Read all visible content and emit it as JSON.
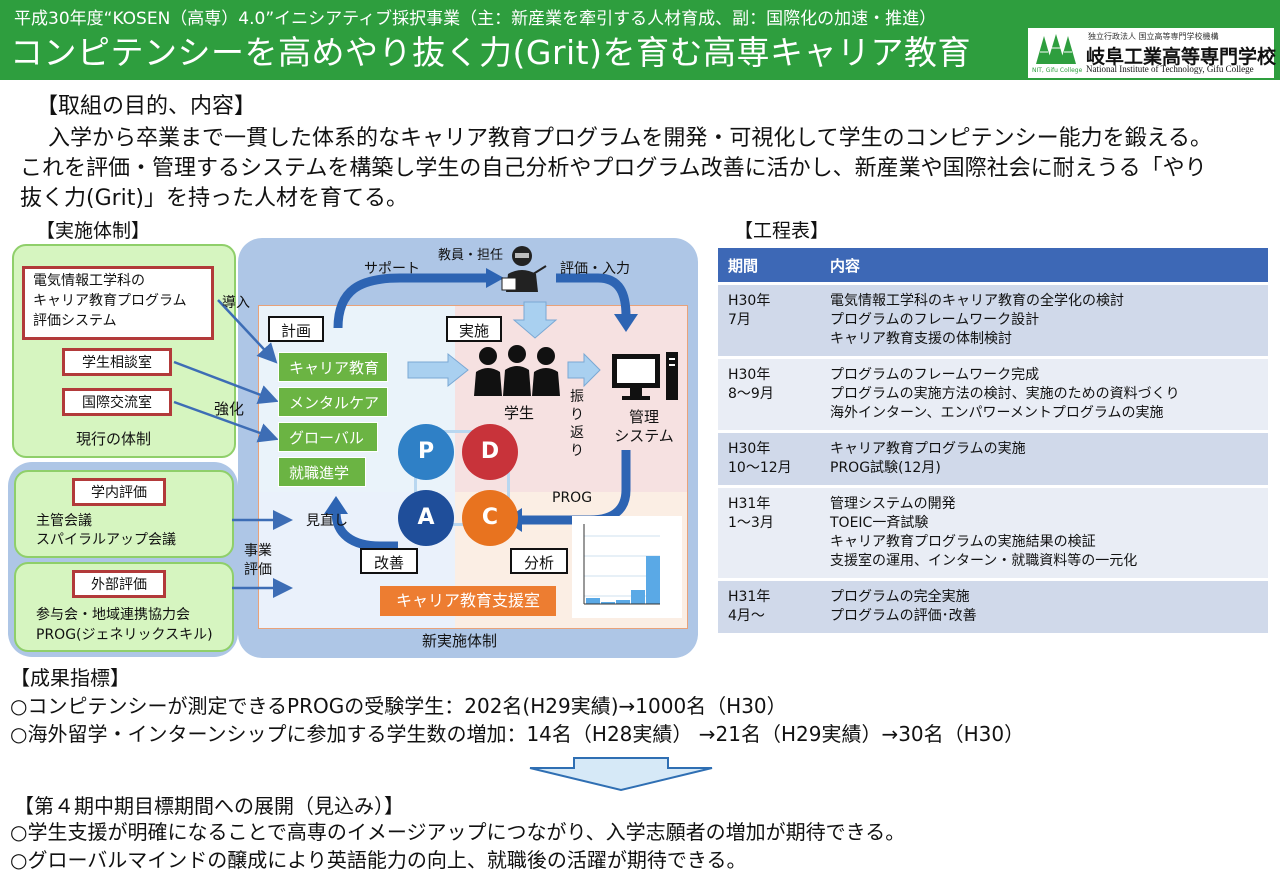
{
  "header": {
    "subtitle": "平成30年度“KOSEN（高専）4.0”イニシアティブ採択事業（主：新産業を牽引する人材育成、副：国際化の加速・推進）",
    "title": "コンピテンシーを高めやり抜く力(Grit)を育む高専キャリア教育",
    "logo": {
      "org": "独立行政法人 国立高等専門学校機構",
      "name": "岐阜工業高等専門学校",
      "english": "National Institute of Technology, Gifu College",
      "caption": "NIT, Gifu College"
    },
    "colors": {
      "header_bg": "#2e9e3e"
    }
  },
  "purpose": {
    "heading": "【取組の目的、内容】",
    "lines": [
      "入学から卒業まで一貫した体系的なキャリア教育プログラムを開発・可視化して学生のコンピテンシー能力を鍛える。",
      "これを評価・管理するシステムを構築し学生の自己分析やプログラム改善に活かし、新産業や国際社会に耐えうる「やり",
      "抜く力(Grit)」を持った人材を育てる。"
    ]
  },
  "structure": {
    "heading": "【実施体制】",
    "current": {
      "box_dept": "電気情報工学科の\nキャリア教育プログラム\n評価システム",
      "box_counsel": "学生相談室",
      "box_intl": "国際交流室",
      "label": "現行の体制"
    },
    "evaluation": {
      "internal_title": "学内評価",
      "internal_body": "主管会議\nスパイラルアップ会議",
      "external_title": "外部評価",
      "external_body_1": "参与会・地域連携協力会",
      "external_body_2": "PROG(ジェネリックスキル)"
    },
    "arrows": {
      "introduce": "導入",
      "strengthen": "強化",
      "business_eval": "事業\n評価",
      "support": "サポート",
      "teacher": "教員・担任",
      "eval_input": "評価・入力",
      "reflect": "振り\n返り",
      "prog": "PROG",
      "review": "見直し"
    },
    "new_system": {
      "plan": "計画",
      "implement": "実施",
      "programs": [
        "キャリア教育",
        "メンタルケア",
        "グローバル",
        "就職進学"
      ],
      "students": "学生",
      "management": "管理\nシステム",
      "improve": "改善",
      "analysis": "分析",
      "support_office": "キャリア教育支援室",
      "label": "新実施体制",
      "pdca": [
        "P",
        "D",
        "A",
        "C"
      ]
    }
  },
  "schedule": {
    "heading": "【工程表】",
    "columns": [
      "期間",
      "内容"
    ],
    "rows": [
      {
        "period": "H30年\n7月",
        "items": [
          "電気情報工学科のキャリア教育の全学化の検討",
          "プログラムのフレームワーク設計",
          "キャリア教育支援の体制検討"
        ]
      },
      {
        "period": "H30年\n8～9月",
        "items": [
          "プログラムのフレームワーク完成",
          "プログラムの実施方法の検討、実施のための資料づくり",
          "海外インターン、エンパワーメントプログラムの実施"
        ]
      },
      {
        "period": "H30年\n10～12月",
        "items": [
          "キャリア教育プログラムの実施",
          "PROG試験(12月)"
        ]
      },
      {
        "period": "H31年\n1～3月",
        "items": [
          "管理システムの開発",
          "TOEIC一斉試験",
          "キャリア教育プログラムの実施結果の検証",
          "支援室の運用、インターン・就職資料等の一元化"
        ]
      },
      {
        "period": "H31年\n4月～",
        "items": [
          "プログラムの完全実施",
          "プログラムの評価･改善"
        ]
      }
    ],
    "colors": {
      "header_bg": "#3d68b6",
      "row_odd": "#d0d9ea",
      "row_even": "#e9edf5"
    }
  },
  "outcomes": {
    "heading": "【成果指標】",
    "lines": [
      "○コンピテンシーが測定できるPROGの受験学生：202名(H29実績)→1000名（H30）",
      "○海外留学・インターンシップに参加する学生数の増加：14名（H28実績） →21名（H29実績）→30名（H30）"
    ]
  },
  "outlook": {
    "heading": "【第４期中期目標期間への展開（見込み）】",
    "lines": [
      "○学生支援が明確になることで高専のイメージアップにつながり、入学志願者の増加が期待できる。",
      "○グローバルマインドの醸成により英語能力の向上、就職後の活躍が期待できる。"
    ]
  }
}
